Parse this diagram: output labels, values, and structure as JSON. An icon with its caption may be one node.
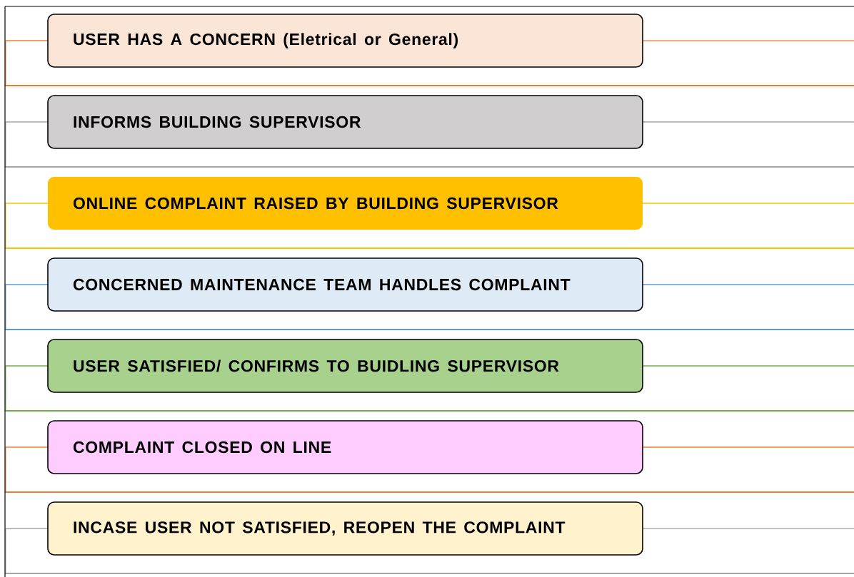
{
  "diagram": {
    "nodes": [
      {
        "text": [
          "USER HAS A CONCERN (Eletrical or General)"
        ]
      },
      {
        "text": [
          "INFORMS BUILDING SUPERVISOR"
        ]
      },
      {
        "text": [
          "ONLINE COMPLAINT RAISED BY BUILDING SUPERVISOR"
        ]
      },
      {
        "text": [
          "CONCERNED MAINTENANCE TEAM HANDLES COMPLAINT"
        ]
      },
      {
        "text": [
          "USER SATISFIED/ CONFIRMS TO BUIDLING SUPERVISOR"
        ]
      },
      {
        "text": [
          "COMPLAINT CLOSED ON LINE"
        ]
      },
      {
        "text": [
          "INCASE USER NOT SATISFIED, REOPEN THE COMPLAINT"
        ]
      }
    ]
  }
}
